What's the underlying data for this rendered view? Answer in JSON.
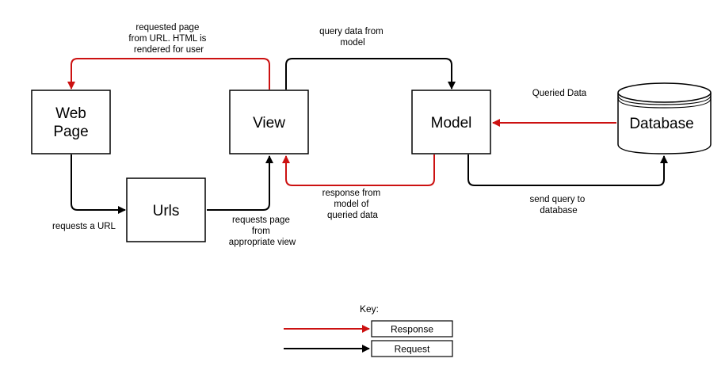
{
  "nodes": {
    "web_page": {
      "line1": "Web",
      "line2": "Page"
    },
    "view": {
      "label": "View"
    },
    "model": {
      "label": "Model"
    },
    "urls": {
      "label": "Urls"
    },
    "database": {
      "label": "Database"
    }
  },
  "annotations": {
    "view_to_webpage": [
      "requested page",
      "from URL. HTML is",
      "rendered for user"
    ],
    "view_to_model": [
      "query data from",
      "model"
    ],
    "database_to_model": [
      "Queried Data"
    ],
    "webpage_to_urls": [
      "requests a URL"
    ],
    "urls_to_view": [
      "requests page",
      "from",
      "appropriate view"
    ],
    "model_to_view": [
      "response from",
      "model of",
      "queried data"
    ],
    "model_to_database": [
      "send query to",
      "database"
    ]
  },
  "key": {
    "title": "Key:",
    "response_label": "Response",
    "request_label": "Request"
  },
  "colors": {
    "response": "#cc1111",
    "request": "#000000"
  }
}
